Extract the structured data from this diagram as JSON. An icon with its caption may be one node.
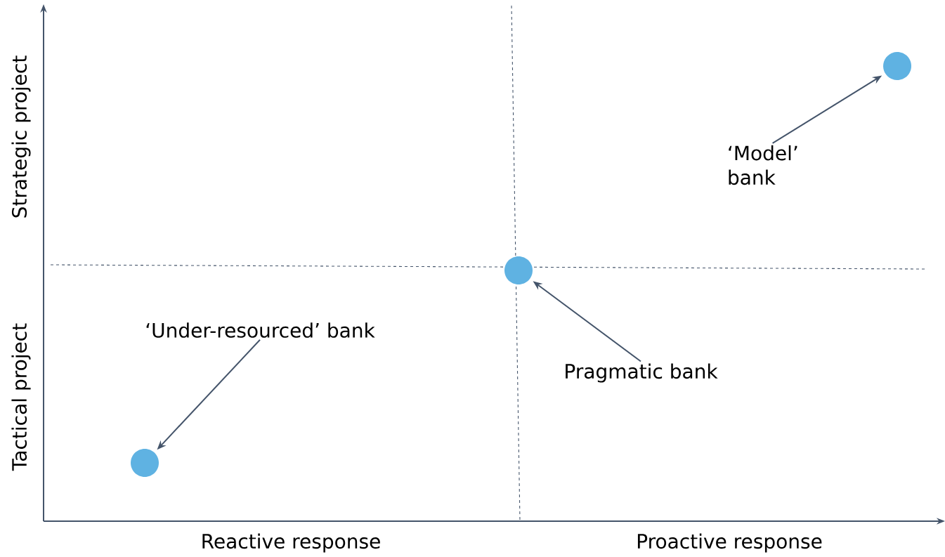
{
  "diagram": {
    "nodes": [
      {
        "text": [],
        "shape": "circle"
      },
      {
        "text": [
          "‘Model’ bank"
        ]
      },
      {
        "text": [],
        "shape": "circle"
      },
      {
        "text": [
          "‘Under-resourced’ bank"
        ]
      },
      {
        "text": [
          "Pragmatic bank"
        ]
      },
      {
        "text": [],
        "shape": "circle"
      }
    ],
    "edges": [
      {
        "from": 1,
        "to": 0,
        "arrow": "to"
      },
      {
        "from": 3,
        "to": 5,
        "arrow": "to"
      },
      {
        "from": 4,
        "to": 2,
        "arrow": "to"
      }
    ],
    "labels": [
      "Strategic project",
      "Tactical project",
      "Reactive response",
      "Proactive response"
    ]
  }
}
